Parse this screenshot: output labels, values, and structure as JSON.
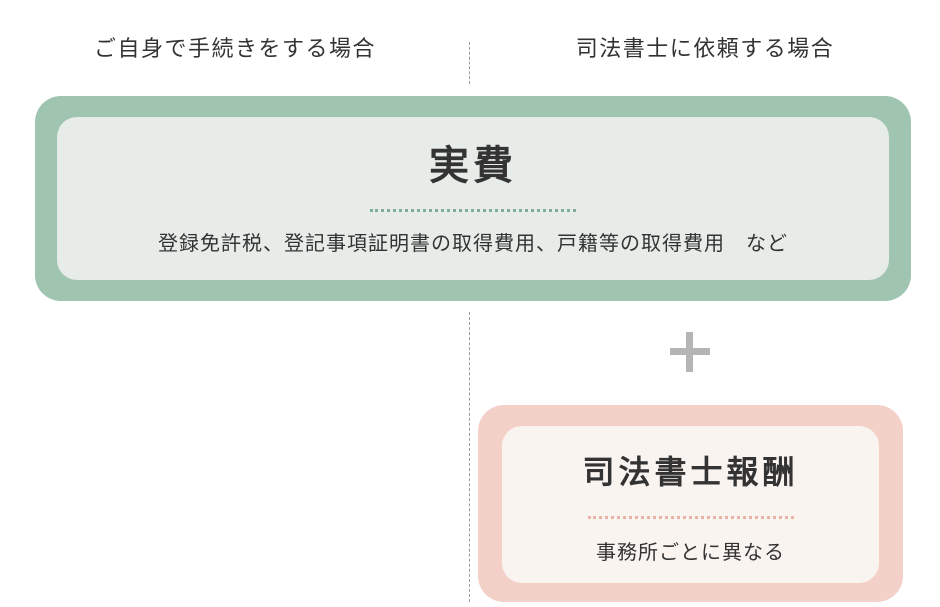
{
  "headers": {
    "self": "ご自身で手続きをする場合",
    "scrivener": "司法書士に依頼する場合"
  },
  "actual_cost": {
    "title": "実費",
    "description": "登録免許税、登記事項証明書の取得費用、戸籍等の取得費用　など"
  },
  "plus_icon": "plus-icon",
  "scrivener_fee": {
    "title": "司法書士報酬",
    "description": "事務所ごとに異なる"
  },
  "colors": {
    "actual_cost_border": "#9fc4b0",
    "actual_cost_fill": "#e7ece8",
    "actual_cost_dots": "#7fb096",
    "scrivener_fee_border": "#f3d1c9",
    "scrivener_fee_fill": "#faf4f1",
    "scrivener_fee_dots": "#ebb2a8",
    "plus": "#b5b5b5",
    "divider": "#9a9a9a",
    "text": "#333333"
  }
}
